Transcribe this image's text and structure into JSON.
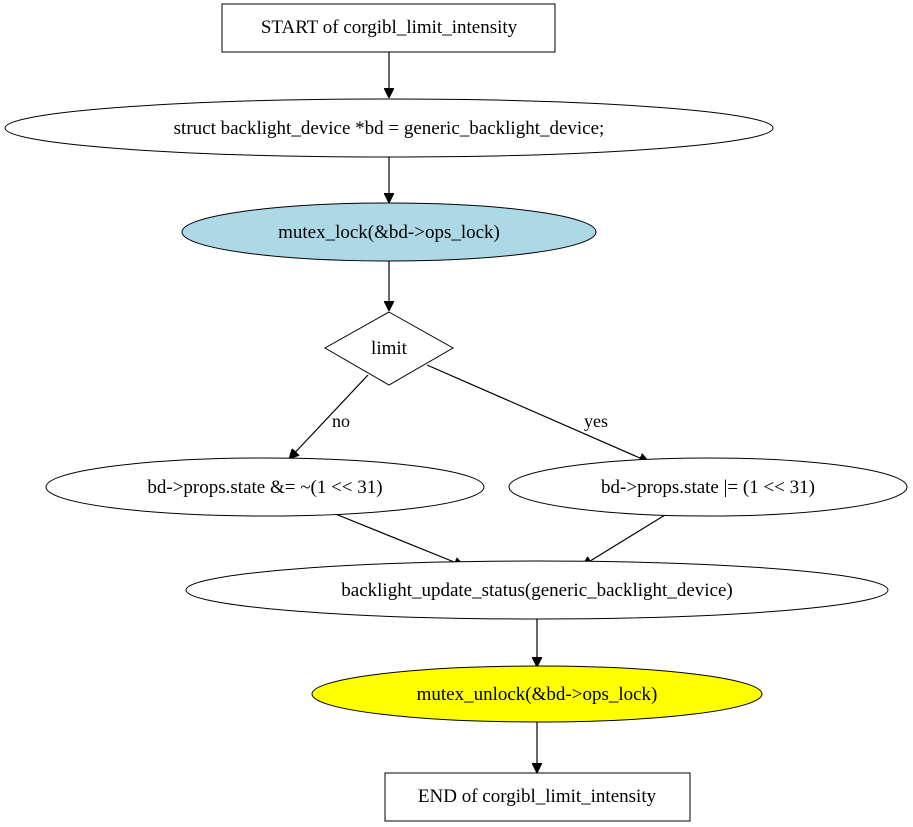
{
  "diagram": {
    "nodes": {
      "start": {
        "label": "START of corgibl_limit_intensity",
        "shape": "box",
        "fill": "#ffffff"
      },
      "decl": {
        "label": "struct backlight_device *bd = generic_backlight_device;",
        "shape": "ellipse",
        "fill": "#ffffff"
      },
      "lock": {
        "label": "mutex_lock(&bd->ops_lock)",
        "shape": "ellipse",
        "fill": "#add8e6"
      },
      "limit": {
        "label": "limit",
        "shape": "diamond",
        "fill": "#ffffff"
      },
      "clear": {
        "label": "bd->props.state &= ~(1 << 31)",
        "shape": "ellipse",
        "fill": "#ffffff"
      },
      "set": {
        "label": "bd->props.state |= (1 << 31)",
        "shape": "ellipse",
        "fill": "#ffffff"
      },
      "update": {
        "label": "backlight_update_status(generic_backlight_device)",
        "shape": "ellipse",
        "fill": "#ffffff"
      },
      "unlock": {
        "label": "mutex_unlock(&bd->ops_lock)",
        "shape": "ellipse",
        "fill": "#ffff00"
      },
      "end": {
        "label": "END of corgibl_limit_intensity",
        "shape": "box",
        "fill": "#ffffff"
      }
    },
    "edges": [
      {
        "from": "start",
        "to": "decl",
        "label": ""
      },
      {
        "from": "decl",
        "to": "lock",
        "label": ""
      },
      {
        "from": "lock",
        "to": "limit",
        "label": ""
      },
      {
        "from": "limit",
        "to": "clear",
        "label": "no"
      },
      {
        "from": "limit",
        "to": "set",
        "label": "yes"
      },
      {
        "from": "clear",
        "to": "update",
        "label": ""
      },
      {
        "from": "set",
        "to": "update",
        "label": ""
      },
      {
        "from": "update",
        "to": "unlock",
        "label": ""
      },
      {
        "from": "unlock",
        "to": "end",
        "label": ""
      }
    ],
    "edge_labels": {
      "no": "no",
      "yes": "yes"
    }
  }
}
